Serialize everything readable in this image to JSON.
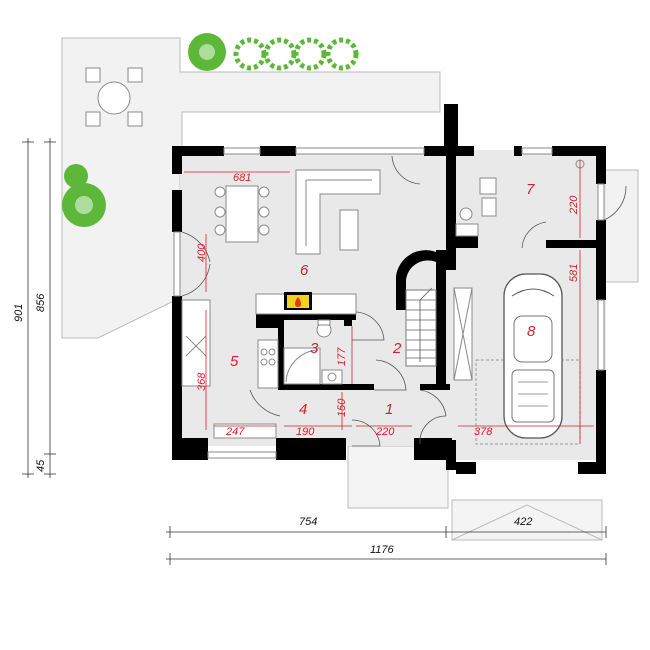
{
  "rooms": [
    {
      "id": "1",
      "label": "1"
    },
    {
      "id": "2",
      "label": "2"
    },
    {
      "id": "3",
      "label": "3"
    },
    {
      "id": "4",
      "label": "4"
    },
    {
      "id": "5",
      "label": "5"
    },
    {
      "id": "6",
      "label": "6"
    },
    {
      "id": "7",
      "label": "7"
    },
    {
      "id": "8",
      "label": "8"
    }
  ],
  "interior_dims": {
    "d681": "681",
    "d400": "400",
    "d368": "368",
    "d247": "247",
    "d190": "190",
    "d150": "150",
    "d177": "177",
    "d220h": "220",
    "d378": "378",
    "d581": "581",
    "d220v": "220"
  },
  "exterior_dims": {
    "d754": "754",
    "d1176": "1176",
    "d422": "422",
    "d901": "901",
    "d856": "856",
    "d45": "45"
  },
  "colors": {
    "dimension_text": "#d61e2a",
    "walls": "#000000",
    "floor": "#e9e9e9",
    "terrace": "#f2f2f2",
    "trees": "#5db83a",
    "fireplace": "#f2d21b"
  },
  "icons": [
    "fireplace-icon",
    "tree-icon",
    "car-icon",
    "toilet-icon"
  ]
}
